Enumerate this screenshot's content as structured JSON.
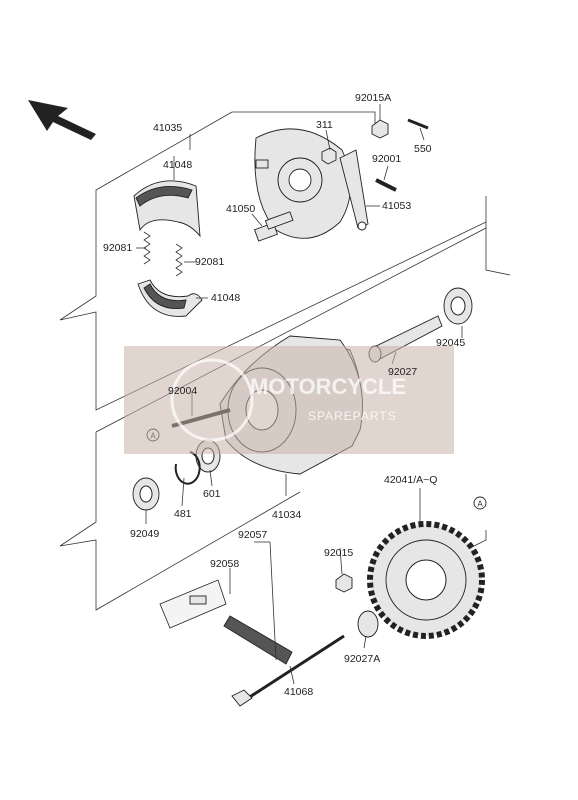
{
  "watermark": {
    "title": "MOTORCYCLE",
    "subtitle": "SPAREPARTS"
  },
  "callouts": {
    "p41035": "41035",
    "p41048_top": "41048",
    "p41048_bottom": "41048",
    "p92081_left": "92081",
    "p92081_right": "92081",
    "p41050": "41050",
    "p311": "311",
    "p92015A": "92015A",
    "p550": "550",
    "p92001": "92001",
    "p41053": "41053",
    "p92045": "92045",
    "p92027": "92027",
    "p92004": "92004",
    "p601": "601",
    "p481": "481",
    "p92049": "92049",
    "p41034": "41034",
    "p42041": "42041/A~Q",
    "p92015": "92015",
    "p92027A": "92027A",
    "p92057": "92057",
    "p92058": "92058",
    "p41068": "41068",
    "ref_a1": "A",
    "ref_a2": "A"
  }
}
